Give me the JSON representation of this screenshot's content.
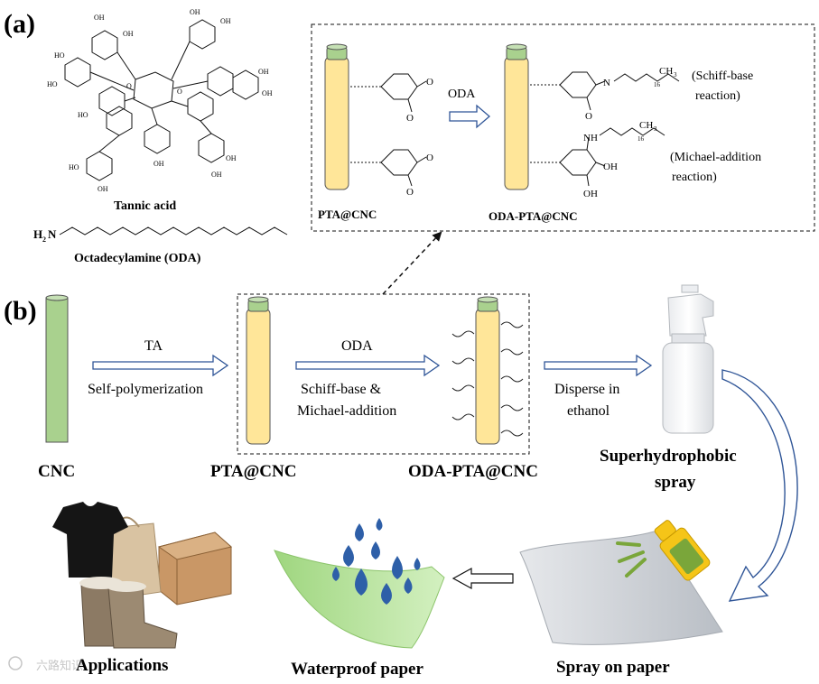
{
  "panel_a": {
    "label": "(a)",
    "tannic_acid": {
      "name": "Tannic acid",
      "oh": "OH",
      "ho": "HO",
      "o": "O"
    },
    "oda": {
      "amine_h": "H",
      "amine_sub": "2",
      "amine_n": "N",
      "name": "Octadecylamine (ODA)"
    },
    "inset": {
      "left_caption": "PTA@CNC",
      "arrow_label": "ODA",
      "right_caption": "ODA-PTA@CNC",
      "o": "O",
      "n": "N",
      "nh": "NH",
      "oh": "OH",
      "ch": "CH",
      "ch_sub": "3",
      "chain_sub": "16",
      "schiff_line1": "(Schiff-base",
      "schiff_line2": "reaction)",
      "michael_line1": "(Michael-addition",
      "michael_line2": "reaction)"
    }
  },
  "panel_b": {
    "label": "(b)",
    "cnc": "CNC",
    "step1_top": "TA",
    "step1_bottom": "Self-polymerization",
    "pta_cnc": "PTA@CNC",
    "step2_top": "ODA",
    "step2_line1": "Schiff-base &",
    "step2_line2": "Michael-addition",
    "oda_pta_cnc": "ODA-PTA@CNC",
    "step3_line1": "Disperse in",
    "step3_line2": "ethanol",
    "spray_line1": "Superhydrophobic",
    "spray_line2": "spray",
    "spray_on_paper": "Spray on paper",
    "waterproof_paper": "Waterproof paper",
    "applications": "Applications",
    "watermark": "六路知识"
  },
  "colors": {
    "cnc_green": "#a9d18e",
    "cylinder_yellow": "#ffe699",
    "cap_green": "#a9d18e",
    "arrow_outline": "#2f5597",
    "droplet_blue": "#2e5fa8",
    "paper_green": "#b4e39a",
    "paper_grey": "#c9cdd3",
    "bottle_yellow": "#f5c518",
    "bottle_green": "#7aa63a"
  }
}
